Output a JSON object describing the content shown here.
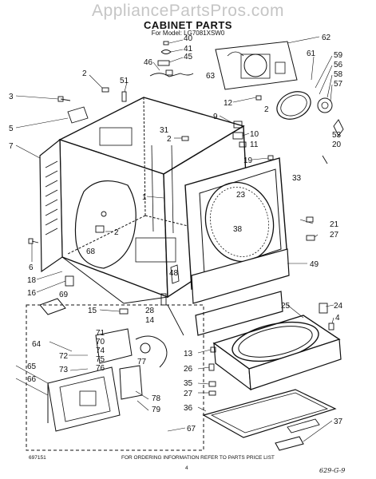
{
  "header": {
    "watermark": "AppliancePartsPros.com",
    "title": "CABINET PARTS",
    "subtitle": "For Model: LG7081XSW0"
  },
  "footer": {
    "doc_number": "697151",
    "page_number": "4",
    "ordering_note": "FOR ORDERING INFORMATION REFER TO PARTS PRICE LIST",
    "handwritten_code": "629-G-9"
  },
  "callouts": [
    {
      "id": "c40",
      "text": "40"
    },
    {
      "id": "c41",
      "text": "41"
    },
    {
      "id": "c45",
      "text": "45"
    },
    {
      "id": "c46",
      "text": "46"
    },
    {
      "id": "c62",
      "text": "62"
    },
    {
      "id": "c61",
      "text": "61"
    },
    {
      "id": "c59",
      "text": "59"
    },
    {
      "id": "c56",
      "text": "56"
    },
    {
      "id": "c58",
      "text": "58"
    },
    {
      "id": "c57",
      "text": "57"
    },
    {
      "id": "c2a",
      "text": "2"
    },
    {
      "id": "c51",
      "text": "51"
    },
    {
      "id": "c63",
      "text": "63"
    },
    {
      "id": "c3",
      "text": "3"
    },
    {
      "id": "c12",
      "text": "12"
    },
    {
      "id": "c2b",
      "text": "2"
    },
    {
      "id": "c5",
      "text": "5"
    },
    {
      "id": "c9",
      "text": "9"
    },
    {
      "id": "c31",
      "text": "31"
    },
    {
      "id": "c10",
      "text": "10"
    },
    {
      "id": "c2c",
      "text": "2"
    },
    {
      "id": "c11",
      "text": "11"
    },
    {
      "id": "c53",
      "text": "53"
    },
    {
      "id": "c20",
      "text": "20"
    },
    {
      "id": "c7",
      "text": "7"
    },
    {
      "id": "c19",
      "text": "19"
    },
    {
      "id": "c1",
      "text": "1"
    },
    {
      "id": "c33",
      "text": "33"
    },
    {
      "id": "c23",
      "text": "23"
    },
    {
      "id": "c2d",
      "text": "2"
    },
    {
      "id": "c21",
      "text": "21"
    },
    {
      "id": "c27a",
      "text": "27"
    },
    {
      "id": "c38",
      "text": "38"
    },
    {
      "id": "c68",
      "text": "68"
    },
    {
      "id": "c6",
      "text": "6"
    },
    {
      "id": "c49",
      "text": "49"
    },
    {
      "id": "c18",
      "text": "18"
    },
    {
      "id": "c48",
      "text": "48"
    },
    {
      "id": "c16",
      "text": "16"
    },
    {
      "id": "c69",
      "text": "69"
    },
    {
      "id": "c25",
      "text": "25"
    },
    {
      "id": "c24",
      "text": "24"
    },
    {
      "id": "c4",
      "text": "4"
    },
    {
      "id": "c15",
      "text": "15"
    },
    {
      "id": "c28",
      "text": "28"
    },
    {
      "id": "c14",
      "text": "14"
    },
    {
      "id": "c71",
      "text": "71"
    },
    {
      "id": "c70",
      "text": "70"
    },
    {
      "id": "c74",
      "text": "74"
    },
    {
      "id": "c72",
      "text": "72"
    },
    {
      "id": "c75",
      "text": "75"
    },
    {
      "id": "c76",
      "text": "76"
    },
    {
      "id": "c77",
      "text": "77"
    },
    {
      "id": "c64",
      "text": "64"
    },
    {
      "id": "c73",
      "text": "73"
    },
    {
      "id": "c78",
      "text": "78"
    },
    {
      "id": "c79",
      "text": "79"
    },
    {
      "id": "c65",
      "text": "65"
    },
    {
      "id": "c66",
      "text": "66"
    },
    {
      "id": "c13",
      "text": "13"
    },
    {
      "id": "c26",
      "text": "26"
    },
    {
      "id": "c35",
      "text": "35"
    },
    {
      "id": "c27b",
      "text": "27"
    },
    {
      "id": "c36",
      "text": "36"
    },
    {
      "id": "c67",
      "text": "67"
    },
    {
      "id": "c37",
      "text": "37"
    }
  ]
}
